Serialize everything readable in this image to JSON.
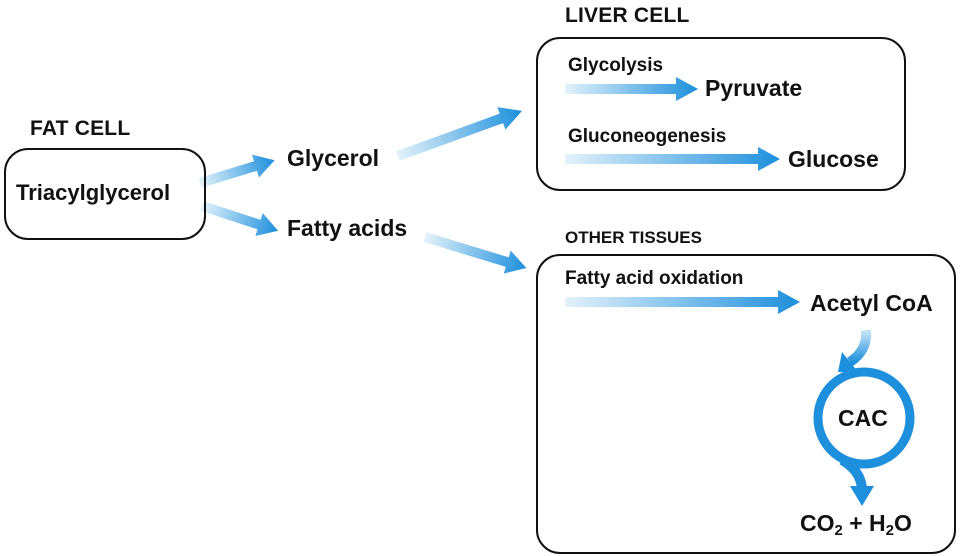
{
  "fat_cell": {
    "title": "FAT CELL",
    "content": "Triacylglycerol"
  },
  "intermediates": {
    "glycerol": "Glycerol",
    "fatty_acids": "Fatty acids"
  },
  "liver_cell": {
    "title": "LIVER CELL",
    "pathways": [
      {
        "process": "Glycolysis",
        "product": "Pyruvate"
      },
      {
        "process": "Gluconeogenesis",
        "product": "Glucose"
      }
    ]
  },
  "other_tissues": {
    "title": "OTHER TISSUES",
    "process": "Fatty acid oxidation",
    "product": "Acetyl CoA",
    "cycle": "CAC",
    "final": {
      "co": "CO",
      "co_sub": "2",
      "plus": " + H",
      "h_sub": "2",
      "o": "O"
    }
  },
  "colors": {
    "arrow_light": "#e3f2fb",
    "arrow_dark": "#1d8fdc",
    "outline": "#111111"
  },
  "icons": [
    "gradient-arrow-icon",
    "cycle-ring-icon"
  ]
}
